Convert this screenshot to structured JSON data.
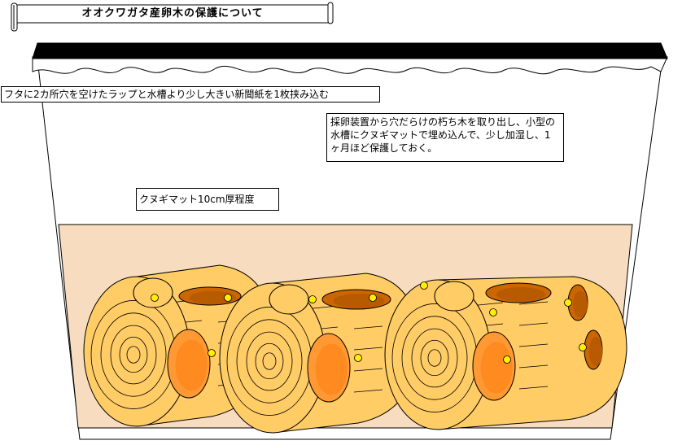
{
  "title": "オオクワガタ産卵木の保護について",
  "labels": {
    "lid": "フタに2カ所穴を空けたラップと水槽より少し大きい新聞紙を1枚挟み込む",
    "note": "採卵装置から穴だらけの朽ち木を取り出し、小型の水槽にクヌギマットで埋め込んで、少し加湿し、1ヶ月ほど保護しておく。",
    "mat": "クヌギマット10cm厚程度"
  },
  "colors": {
    "mat": "#f8dcc0",
    "wood": "#ffcc66",
    "hole_light": "#ff9933",
    "hole_dark": "#cc6600",
    "egg": "#ffee00",
    "lid": "#000000"
  }
}
